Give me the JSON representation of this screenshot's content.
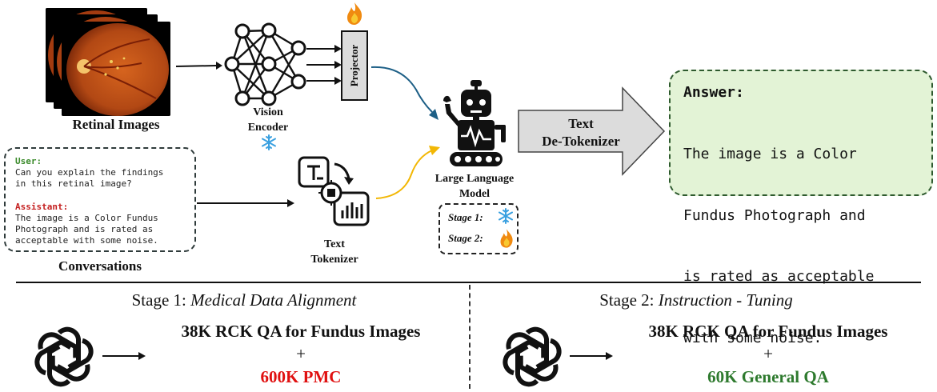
{
  "top": {
    "retinal_label": "Retinal Images",
    "vision_encoder_label": [
      "Vision",
      "Encoder"
    ],
    "projector_label": "Projector",
    "llm_label": [
      "Large Language",
      "Model"
    ],
    "text_tokenizer_label": [
      "Text",
      "Tokenizer"
    ],
    "detokenizer_label": [
      "Text",
      "De-Tokenizer"
    ],
    "conversations_label": "Conversations",
    "stage1_tag": "Stage 1:",
    "stage2_tag": "Stage 2:"
  },
  "conversation": {
    "user_role": "User:",
    "user_text": [
      "Can you explain the findings",
      "in this retinal image?"
    ],
    "assistant_role": "Assistant:",
    "assistant_text": [
      "The image is a Color Fundus",
      "Photograph and is rated as",
      "acceptable with some noise."
    ]
  },
  "answer": {
    "title": "Answer:",
    "lines": [
      "The image is a Color",
      "Fundus Photograph and",
      "is rated as acceptable",
      "with some noise."
    ]
  },
  "stage1": {
    "title_prefix": "Stage 1:",
    "title_italic": "Medical Data Alignment",
    "line1": "38K RCK QA for Fundus Images",
    "plus": "+",
    "line2": "600K PMC"
  },
  "stage2": {
    "title_prefix": "Stage 2:",
    "title_italic": "Instruction - Tuning",
    "line1": "38K RCK QA for Fundus Images",
    "plus": "+",
    "line2": "60K General QA"
  },
  "colors": {
    "user": "#3a8a2a",
    "assistant": "#c42020",
    "pmc": "#e01010",
    "general_qa": "#2e7a2e",
    "answer_bg": "#e3f3d6",
    "snow": "#3aa0e0",
    "fire": "#f08a10"
  },
  "icons": [
    "retina-image",
    "neural-network-icon",
    "flame-icon",
    "snowflake-icon",
    "robot-icon",
    "tokenizer-icon",
    "openai-logo-icon",
    "arrow-icon"
  ]
}
